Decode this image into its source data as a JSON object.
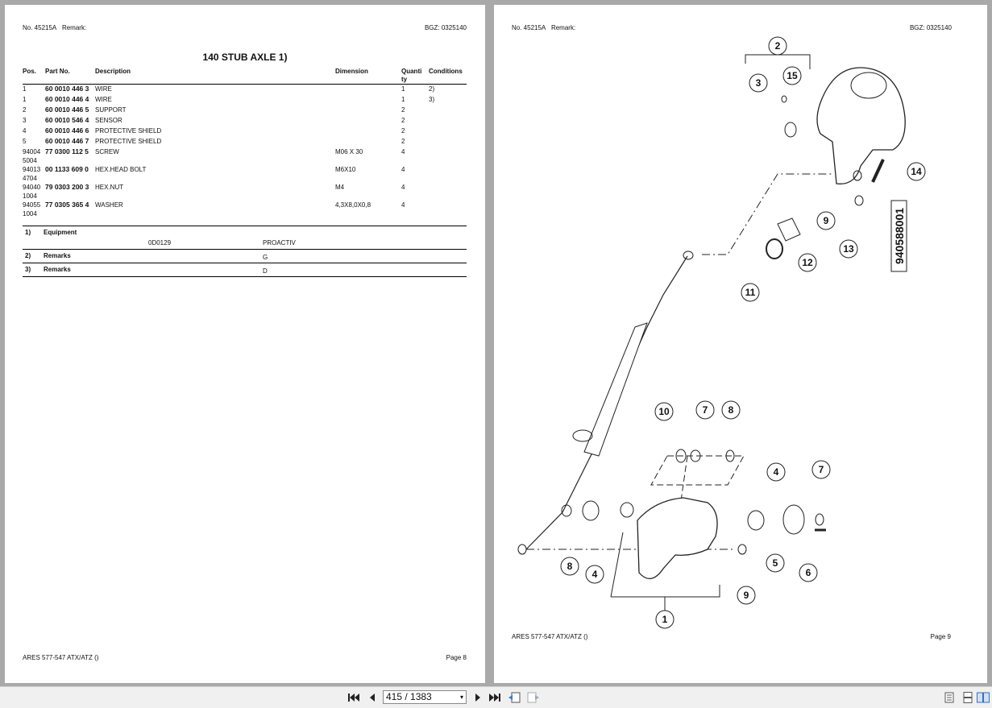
{
  "left_page": {
    "doc_no": "No. 45215A",
    "remark_label": "Remark:",
    "bgz": "BGZ: 0325140",
    "title": "140 STUB AXLE  1)",
    "columns": [
      "Pos.",
      "Part No.",
      "Description",
      "Dimension",
      "Quanti ty",
      "Conditions"
    ],
    "rows": [
      {
        "pos": "1",
        "part": "60 0010 446 3",
        "desc": "WIRE",
        "dim": "",
        "qty": "1",
        "cond": "2)"
      },
      {
        "pos": "1",
        "part": "60 0010 446 4",
        "desc": "WIRE",
        "dim": "",
        "qty": "1",
        "cond": "3)"
      },
      {
        "pos": "2",
        "part": "60 0010 446 5",
        "desc": "SUPPORT",
        "dim": "",
        "qty": "2",
        "cond": ""
      },
      {
        "pos": "3",
        "part": "60 0010 546 4",
        "desc": "SENSOR",
        "dim": "",
        "qty": "2",
        "cond": ""
      },
      {
        "pos": "4",
        "part": "60 0010 446 6",
        "desc": "PROTECTIVE SHIELD",
        "dim": "",
        "qty": "2",
        "cond": ""
      },
      {
        "pos": "5",
        "part": "60 0010 446 7",
        "desc": "PROTECTIVE SHIELD",
        "dim": "",
        "qty": "2",
        "cond": ""
      },
      {
        "pos": "94004 5004",
        "part": "77 0300 112 5",
        "desc": "SCREW",
        "dim": "M06 X 30",
        "qty": "4",
        "cond": ""
      },
      {
        "pos": "94013 4704",
        "part": "00 1133 609 0",
        "desc": "HEX.HEAD BOLT",
        "dim": "M6X10",
        "qty": "4",
        "cond": ""
      },
      {
        "pos": "94040 1004",
        "part": "79 0303 200 3",
        "desc": "HEX.NUT",
        "dim": "M4",
        "qty": "4",
        "cond": ""
      },
      {
        "pos": "94055 1004",
        "part": "77 0305 365 4",
        "desc": "WASHER",
        "dim": "4,3X8,0X0,8",
        "qty": "4",
        "cond": ""
      }
    ],
    "notes": {
      "n1_key": "1)",
      "n1_title": "Equipment",
      "n1_code": "0D0129",
      "n1_value": "PROACTIV",
      "n2_key": "2)",
      "n2_title": "Remarks",
      "n2_value": "G",
      "n3_key": "3)",
      "n3_title": "Remarks",
      "n3_value": "D"
    },
    "footer_model": "ARES 577-547 ATX/ATZ ()",
    "footer_page": "Page 8"
  },
  "right_page": {
    "doc_no": "No. 45215A",
    "remark_label": "Remark:",
    "bgz": "BGZ: 0325140",
    "drawing_id": "940588001",
    "callouts": [
      "1",
      "2",
      "3",
      "4",
      "4",
      "5",
      "6",
      "7",
      "7",
      "8",
      "8",
      "9",
      "9",
      "10",
      "11",
      "12",
      "13",
      "14",
      "15"
    ],
    "footer_model": "ARES 577-547 ATX/ATZ ()",
    "footer_page": "Page 9"
  },
  "toolbar": {
    "page_indicator": "415 / 1383",
    "first_icon": "first-page-icon",
    "prev_icon": "prev-page-icon",
    "next_icon": "next-page-icon",
    "last_icon": "last-page-icon"
  }
}
